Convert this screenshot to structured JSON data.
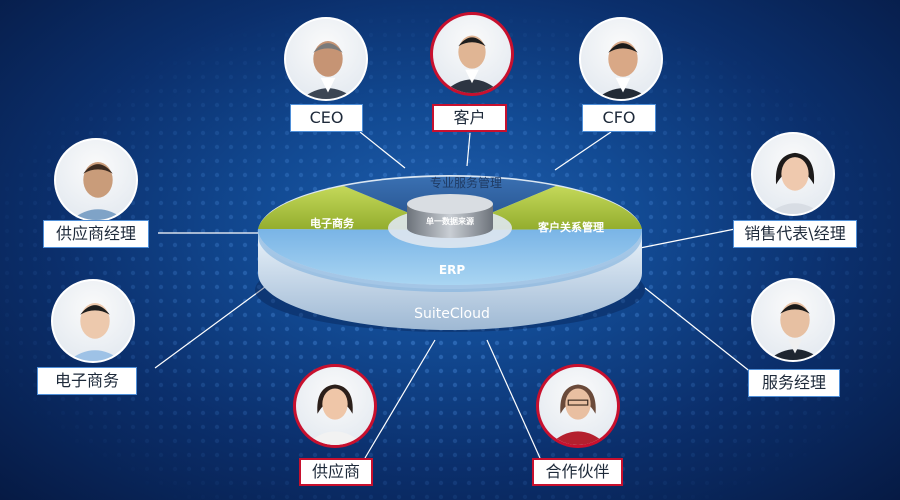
{
  "platform": {
    "base_label": "SuiteCloud",
    "center_label": "单一数据来源",
    "segments": {
      "professional_services": "专业服务管理",
      "ecommerce": "电子商务",
      "crm": "客户关系管理",
      "erp": "ERP"
    }
  },
  "roles": {
    "ceo": "CEO",
    "customer": "客户",
    "cfo": "CFO",
    "supply_chain_manager": "供应商经理",
    "sales_rep_manager": "销售代表\\经理",
    "ecommerce_role": "电子商务",
    "service_manager": "服务经理",
    "supplier": "供应商",
    "partner": "合作伙伴"
  },
  "colors": {
    "highlight": "#c8102e",
    "green_segment": "#a9c23f",
    "blue_segment": "#2e5f9e",
    "light_segment": "#8ec3ea",
    "background": "#0b3a7a"
  }
}
